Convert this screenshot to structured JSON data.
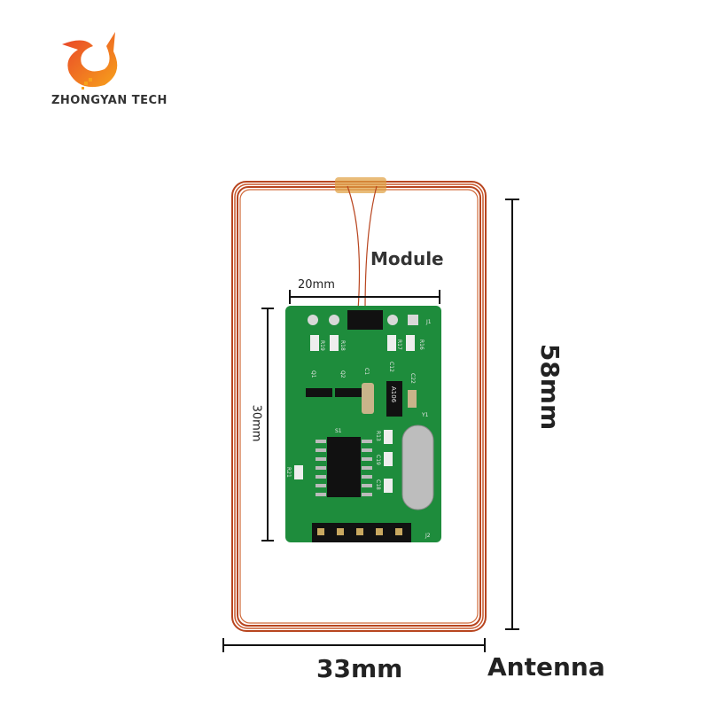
{
  "brand": {
    "name": "ZHONGYAN TECH",
    "logo_colors": [
      "#e8402a",
      "#f7a21b"
    ]
  },
  "labels": {
    "module": "Module",
    "module_width": "20mm",
    "module_height": "30mm",
    "antenna_height": "58mm",
    "antenna_width": "33mm",
    "antenna": "Antenna"
  },
  "pcb": {
    "silkscreen": [
      "J1",
      "R19",
      "R18",
      "R17",
      "R16",
      "Q1",
      "Q2",
      "C1",
      "C12",
      "C22",
      "Y1",
      "S1",
      "R13",
      "C19",
      "C18",
      "R21",
      "J2"
    ],
    "chip_marking": "A106"
  },
  "colors": {
    "coil": "#b8451f",
    "pcb": "#1e8c3c",
    "dimension_line": "#111111"
  }
}
